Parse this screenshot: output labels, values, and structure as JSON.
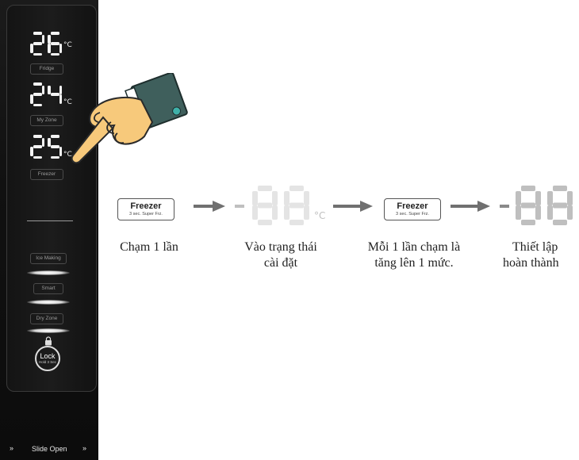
{
  "panel": {
    "readings": [
      {
        "value": "26",
        "unit": "°C",
        "label": "Fridge"
      },
      {
        "value": "24",
        "unit": "°C",
        "label": "My Zone"
      },
      {
        "value": "25",
        "unit": "°C",
        "label": "Freezer"
      }
    ],
    "functions": [
      {
        "label": "Ice Making"
      },
      {
        "label": "Smart"
      },
      {
        "label": "Dry Zone"
      }
    ],
    "lock": {
      "label": "Lock",
      "sub": "Hold 3 Sec"
    },
    "slide_open": {
      "label": "Slide Open",
      "chevron": "»"
    }
  },
  "steps": {
    "button": {
      "label": "Freezer",
      "sub": "3 sec. Super Frz."
    },
    "display_unit": "°C",
    "step1_caption": [
      "Chạm 1 lần"
    ],
    "step2_caption": [
      "Vào trạng thái",
      "cài đặt"
    ],
    "step3_caption": [
      "Mỗi 1 lần chạm là",
      "tăng lên 1 mức."
    ],
    "step4_caption": [
      "Thiết lập",
      "hoàn thành"
    ]
  },
  "colors": {
    "panel_bg": "#111111",
    "digit_on": "#f4f4f4",
    "digit_off": "#e4e4e4",
    "digit_dim": "#bfbfbf",
    "arrow": "#707070",
    "hand_skin": "#f7c97b",
    "sleeve": "#3f5f5c"
  },
  "icons": [
    "pointing-hand-icon",
    "padlock-icon",
    "arrow-right-icon",
    "chevron-right-icon"
  ]
}
